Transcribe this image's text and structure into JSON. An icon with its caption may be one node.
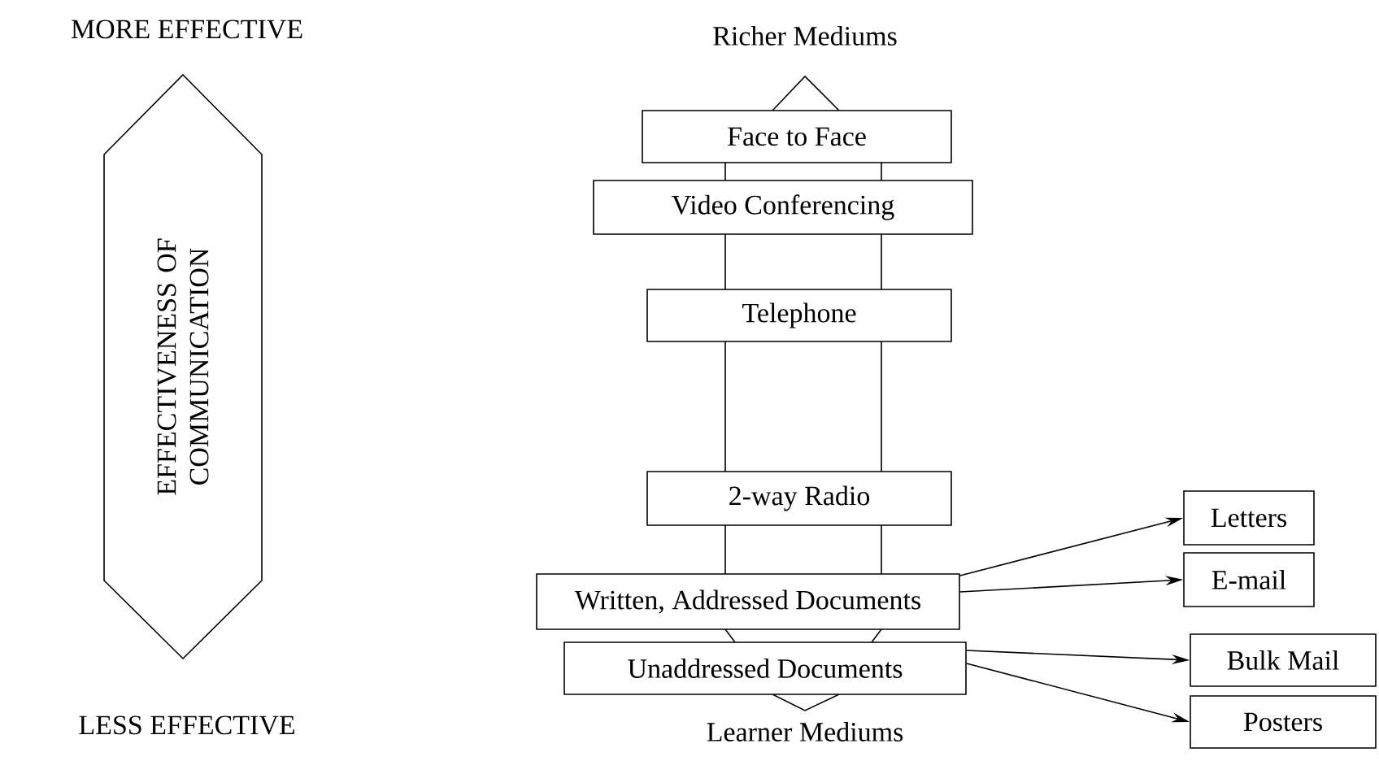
{
  "diagram": {
    "nodes": [
      {
        "text": [
          "EFFECTIVENESS OF COMMUNICATION"
        ]
      },
      {
        "text": [
          "Face to Face"
        ]
      },
      {
        "text": [
          "Video Conferencing"
        ]
      },
      {
        "text": [
          "Telephone"
        ]
      },
      {
        "text": [
          "2-way Radio"
        ]
      },
      {
        "text": [
          "Written, Addressed Documents"
        ]
      },
      {
        "text": [
          "Letters"
        ]
      },
      {
        "text": [
          "E-mail"
        ]
      },
      {
        "text": [
          "Unaddressed Documents"
        ]
      },
      {
        "text": [
          "Bulk Mail"
        ]
      },
      {
        "text": [
          "Posters"
        ]
      }
    ],
    "edges": [
      {
        "from": 5,
        "to": 6,
        "arrow": "to"
      },
      {
        "from": 5,
        "to": 7,
        "arrow": "to"
      },
      {
        "from": 8,
        "to": 9,
        "arrow": "to"
      },
      {
        "from": 8,
        "to": 10,
        "arrow": "to"
      }
    ],
    "labels": [
      "MORE EFFECTIVE",
      "Richer Mediums",
      "LESS EFFECTIVE",
      "Learner Mediums"
    ]
  }
}
